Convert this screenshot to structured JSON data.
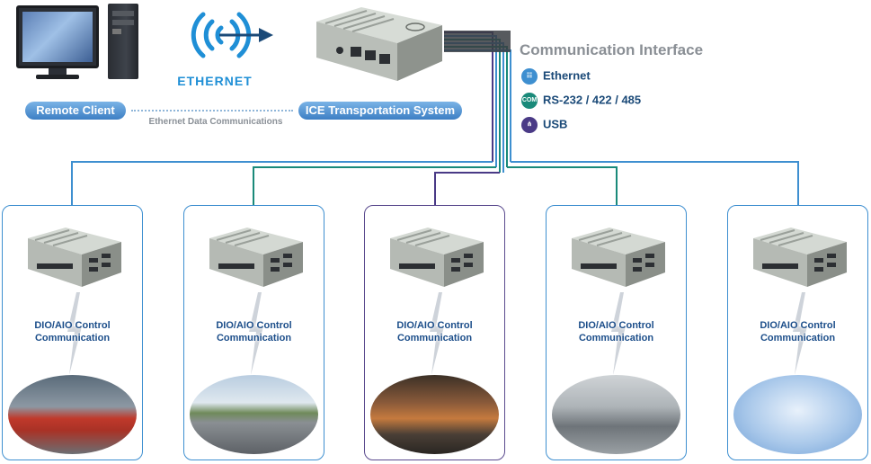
{
  "top": {
    "ethernet_label": "ETHERNET",
    "remote_client_label": "Remote Client",
    "link_label": "Ethernet Data Communications",
    "system_label": "ICE Transportation System"
  },
  "comm_interface": {
    "title": "Communication Interface",
    "items": [
      {
        "label": "Ethernet",
        "icon": "ethernet-icon",
        "color": "#3e8fd0",
        "icon_text": ""
      },
      {
        "label": "RS-232 / 422 / 485",
        "icon": "com-port-icon",
        "color": "#1a8a7a",
        "icon_text": "COM"
      },
      {
        "label": "USB",
        "icon": "usb-icon",
        "color": "#4a3a86",
        "icon_text": ""
      }
    ]
  },
  "colors": {
    "blue": "#3e8fd0",
    "teal": "#1a8a7a",
    "purple": "#4a3a86"
  },
  "nodes": [
    {
      "line1": "DIO/AIO Control",
      "line2": "Communication",
      "scene": "train-station-photo"
    },
    {
      "line1": "DIO/AIO Control",
      "line2": "Communication",
      "scene": "highway-photo"
    },
    {
      "line1": "DIO/AIO Control",
      "line2": "Communication",
      "scene": "parking-gate-photo"
    },
    {
      "line1": "DIO/AIO Control",
      "line2": "Communication",
      "scene": "ticket-gate-photo"
    },
    {
      "line1": "DIO/AIO Control",
      "line2": "Communication",
      "scene": "traffic-light-photo"
    }
  ]
}
